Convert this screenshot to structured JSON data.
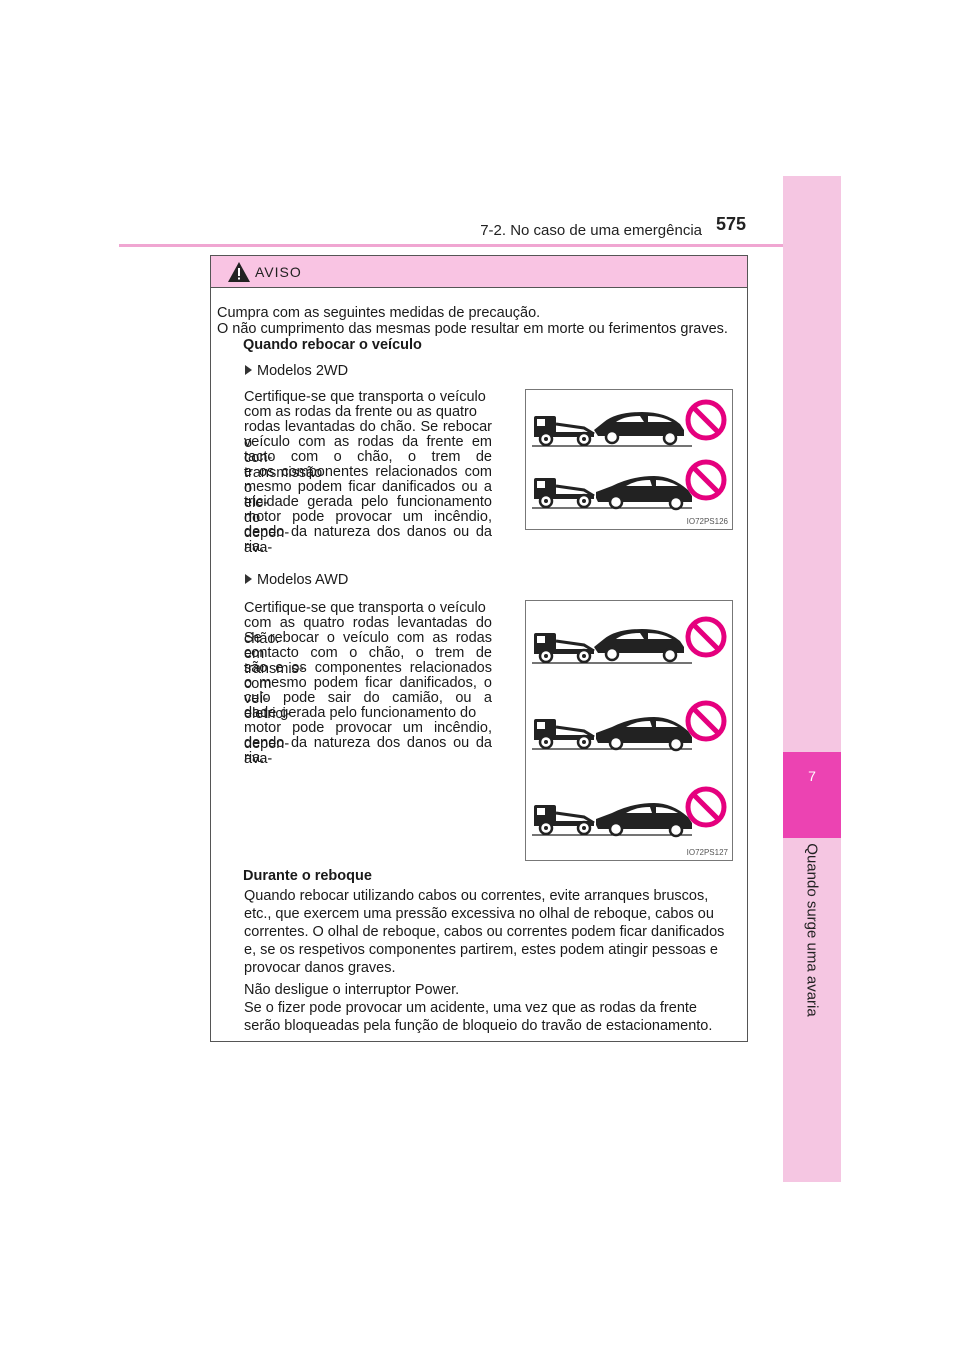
{
  "header": {
    "section": "7-2. No caso de uma emergência",
    "page_number": "575"
  },
  "side_tab": {
    "chapter_number": "7",
    "chapter_title": "Quando surge uma avaria"
  },
  "warning": {
    "title": "AVISO",
    "intro_1": "Cumpra com as seguintes medidas de precaução.",
    "intro_2": "O não cumprimento das mesmas pode resultar em morte ou ferimentos graves.",
    "towing_heading": "Quando rebocar o veículo",
    "models_2wd": {
      "label": "Modelos 2WD",
      "lines": [
        "Certifique-se que transporta o veículo",
        "com as rodas da frente ou as quatro",
        "rodas levantadas do chão. Se rebocar o",
        "veículo com as rodas da frente em con-",
        "tacto com o chão, o trem de transmissão",
        "e os componentes relacionados com o",
        "mesmo podem ficar danificados ou a ele-",
        "tricidade gerada pelo funcionamento do",
        "motor pode provocar um incêndio, depen-",
        "dendo da natureza dos danos ou da ava-",
        "ria."
      ],
      "figure_code": "IO72PS126"
    },
    "models_awd": {
      "label": "Modelos AWD",
      "lines": [
        "Certifique-se que transporta o veículo",
        "com as quatro rodas levantadas do chão.",
        "Se rebocar o veículo com as rodas em",
        "contacto com o chão, o trem de transmis-",
        "são e os componentes relacionados com",
        "o mesmo podem ficar danificados, o veí-",
        "culo pode sair do camião, ou a eletrici-",
        "dade gerada pelo funcionamento do",
        "motor pode provocar um incêndio, depen-",
        "dendo da natureza dos danos ou da ava-",
        "ria."
      ],
      "figure_code": "IO72PS127"
    },
    "during_heading": "Durante o reboque",
    "during_lines": [
      "Quando rebocar utilizando cabos ou correntes, evite arranques bruscos,",
      "etc., que exercem uma pressão excessiva no olhal de reboque, cabos ou",
      "correntes. O olhal de reboque, cabos ou correntes podem ficar danificados",
      "e, se os respetivos componentes partirem, estes podem atingir pessoas e",
      "provocar danos graves."
    ],
    "power_lines": [
      "Não desligue o interruptor Power.",
      "Se o fizer pode provocar um acidente, uma vez que as rodas da frente",
      "serão bloqueadas pela função de bloqueio do travão de estacionamento."
    ]
  },
  "colors": {
    "accent": "#ec43b2",
    "tab_light": "#f5c6e2",
    "header_fill": "#f9c4e3",
    "prohibit": "#e5007e"
  }
}
